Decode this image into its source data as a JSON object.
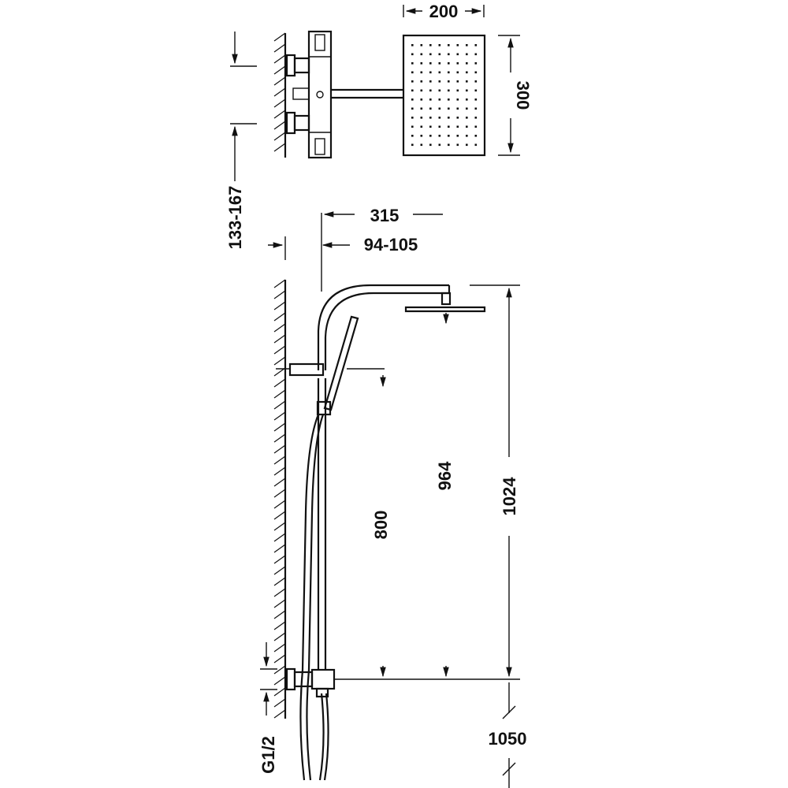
{
  "dimensions": {
    "head_width": "200",
    "head_height": "300",
    "inlet_spacing": "133-167",
    "arm_reach": "315",
    "wall_distance": "94-105",
    "handshower_height": "800",
    "bar_height": "964",
    "overall_height": "1024",
    "inlet_height": "1050",
    "thread": "G1/2"
  },
  "colors": {
    "line": "#111111",
    "background": "#ffffff"
  }
}
